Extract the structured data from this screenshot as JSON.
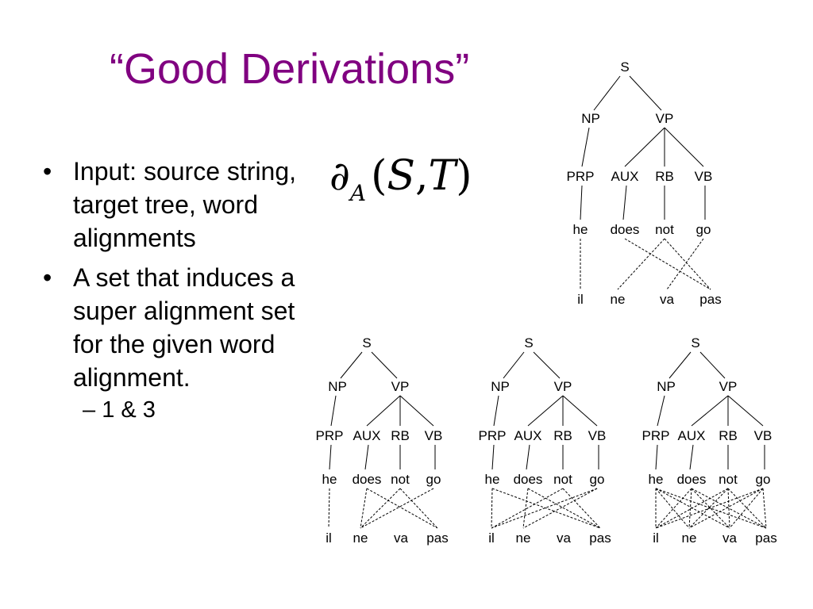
{
  "title": "“Good Derivations”",
  "title_color": "#800080",
  "bullets": [
    {
      "glyph": "•",
      "text": "Input: source string, target tree, word alignments"
    },
    {
      "glyph": "•",
      "text": "A set that induces a super alignment set for the given word alignment."
    }
  ],
  "sub_bullets": [
    {
      "glyph": "–",
      "text": "1 & 3"
    }
  ],
  "formula": {
    "symbol": "∂",
    "subscript": "A",
    "open": "(",
    "args": "S",
    "comma": ",",
    "arg2": "T",
    "close": ")"
  },
  "tree": {
    "root": "S",
    "level1": [
      "NP",
      "VP"
    ],
    "preterminals": [
      "PRP",
      "AUX",
      "RB",
      "VB"
    ],
    "english": [
      "he",
      "does",
      "not",
      "go"
    ],
    "french": [
      "il",
      "ne",
      "va",
      "pas"
    ]
  }
}
